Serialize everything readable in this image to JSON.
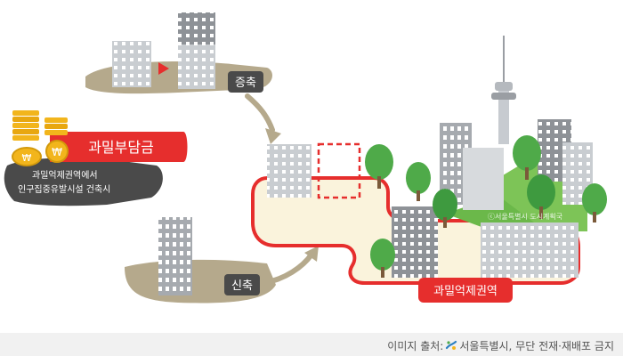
{
  "labels": {
    "extension": "증축",
    "new_construction": "신축",
    "levy": "과밀부담금",
    "levy_note_line1": "과밀억제권역에서",
    "levy_note_line2": "인구집중유발시설 건축시",
    "region": "과밀억제권역",
    "watermark": "ⓒ서울특별시 도시계획국"
  },
  "footer": {
    "prefix": "이미지 출처: ",
    "source": "서울특별시, 무단 전재·재배포 금지"
  },
  "colors": {
    "accent_red": "#e62e2d",
    "dark_gray": "#4a4a4a",
    "mud": "#b5a98c",
    "tree_green": "#4faa49",
    "coin_gold": "#f2b51c"
  },
  "icons": [
    "coin-stack-icon",
    "won-coin-icon",
    "tower-icon",
    "tree-icon",
    "arrow-icon"
  ]
}
